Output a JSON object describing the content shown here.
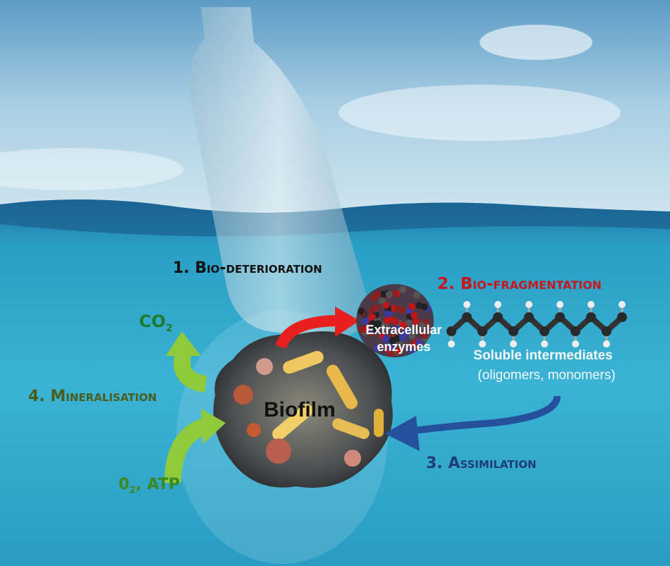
{
  "stages": {
    "bio_deterioration": "1. Bio-deterioration",
    "bio_fragmentation": "2. Bio-fragmentation",
    "assimilation": "3. Assimilation",
    "mineralisation": "4. Mineralisation"
  },
  "labels": {
    "co2_main": "CO",
    "co2_sub": "2",
    "o2_main": "0",
    "o2_sub": "2",
    "o2_rest": ", ATP",
    "enzymes_line1": "Extracellular",
    "enzymes_line2": "enzymes",
    "soluble": "Soluble intermediates",
    "soluble_detail": "(oligomers, monomers)",
    "biofilm": "Biofilm"
  },
  "colors": {
    "bio_deterioration": "#111111",
    "bio_fragmentation": "#c8161d",
    "assimilation": "#1f3c78",
    "mineralisation": "#4b5d1c",
    "co2": "#1e7b2c",
    "o2_atp": "#3a8a1e",
    "red_arrow": "#e81f1f",
    "blue_arrow": "#24509c",
    "green_arrow": "#8fca3c"
  }
}
